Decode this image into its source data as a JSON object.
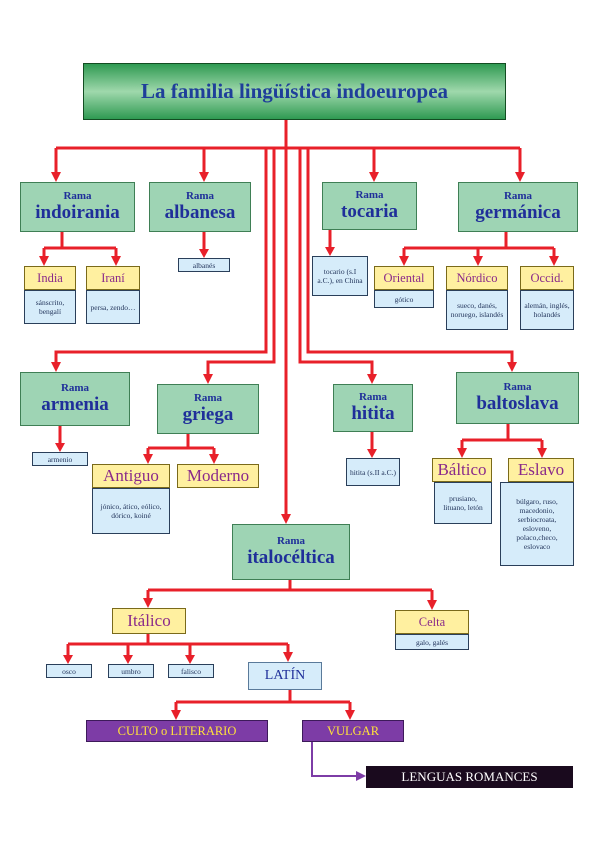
{
  "title": "La familia lingüística indoeuropea",
  "rama_word": "Rama",
  "branches": {
    "indoirania": "indoirania",
    "albanesa": "albanesa",
    "tocaria": "tocaria",
    "germanica": "germánica",
    "armenia": "armenia",
    "griega": "griega",
    "hitita": "hitita",
    "baltoslava": "baltoslava",
    "italoceltica": "italocéltica"
  },
  "groups": {
    "india": "India",
    "irani": "Iraní",
    "oriental": "Oriental",
    "nordico": "Nórdico",
    "occid": "Occid.",
    "antiguo": "Antiguo",
    "moderno": "Moderno",
    "baltico": "Báltico",
    "eslavo": "Eslavo",
    "italico": "Itálico",
    "celta": "Celta",
    "latin": "LATÍN",
    "culto": "CULTO o LITERARIO",
    "vulgar": "VULGAR",
    "romances": "LENGUAS ROMANCES"
  },
  "languages": {
    "india": "sánscrito, bengalí",
    "irani": "persa, zendo…",
    "albanes": "albanés",
    "tocario": "tocario (s.I a.C.), en China",
    "gotico": "gótico",
    "nordico": "sueco, danés, noruego, islandés",
    "occid": "alemán, inglés, holandés",
    "armenio": "armenio",
    "antiguo": "jónico, ático, eólico, dórico, koiné",
    "hitita": "hitita (s.II a.C.)",
    "baltico": "prusiano, lituano, letón",
    "eslavo": "búlgaro, ruso, macedonio, serbiocroata, esloveno, polaco,checo, eslovaco",
    "celta": "galo, galés",
    "osco": "osco",
    "umbro": "umbro",
    "falisco": "falisco"
  },
  "colors": {
    "connector": "#e8202a",
    "romance_arrow": "#7d3ca6"
  }
}
